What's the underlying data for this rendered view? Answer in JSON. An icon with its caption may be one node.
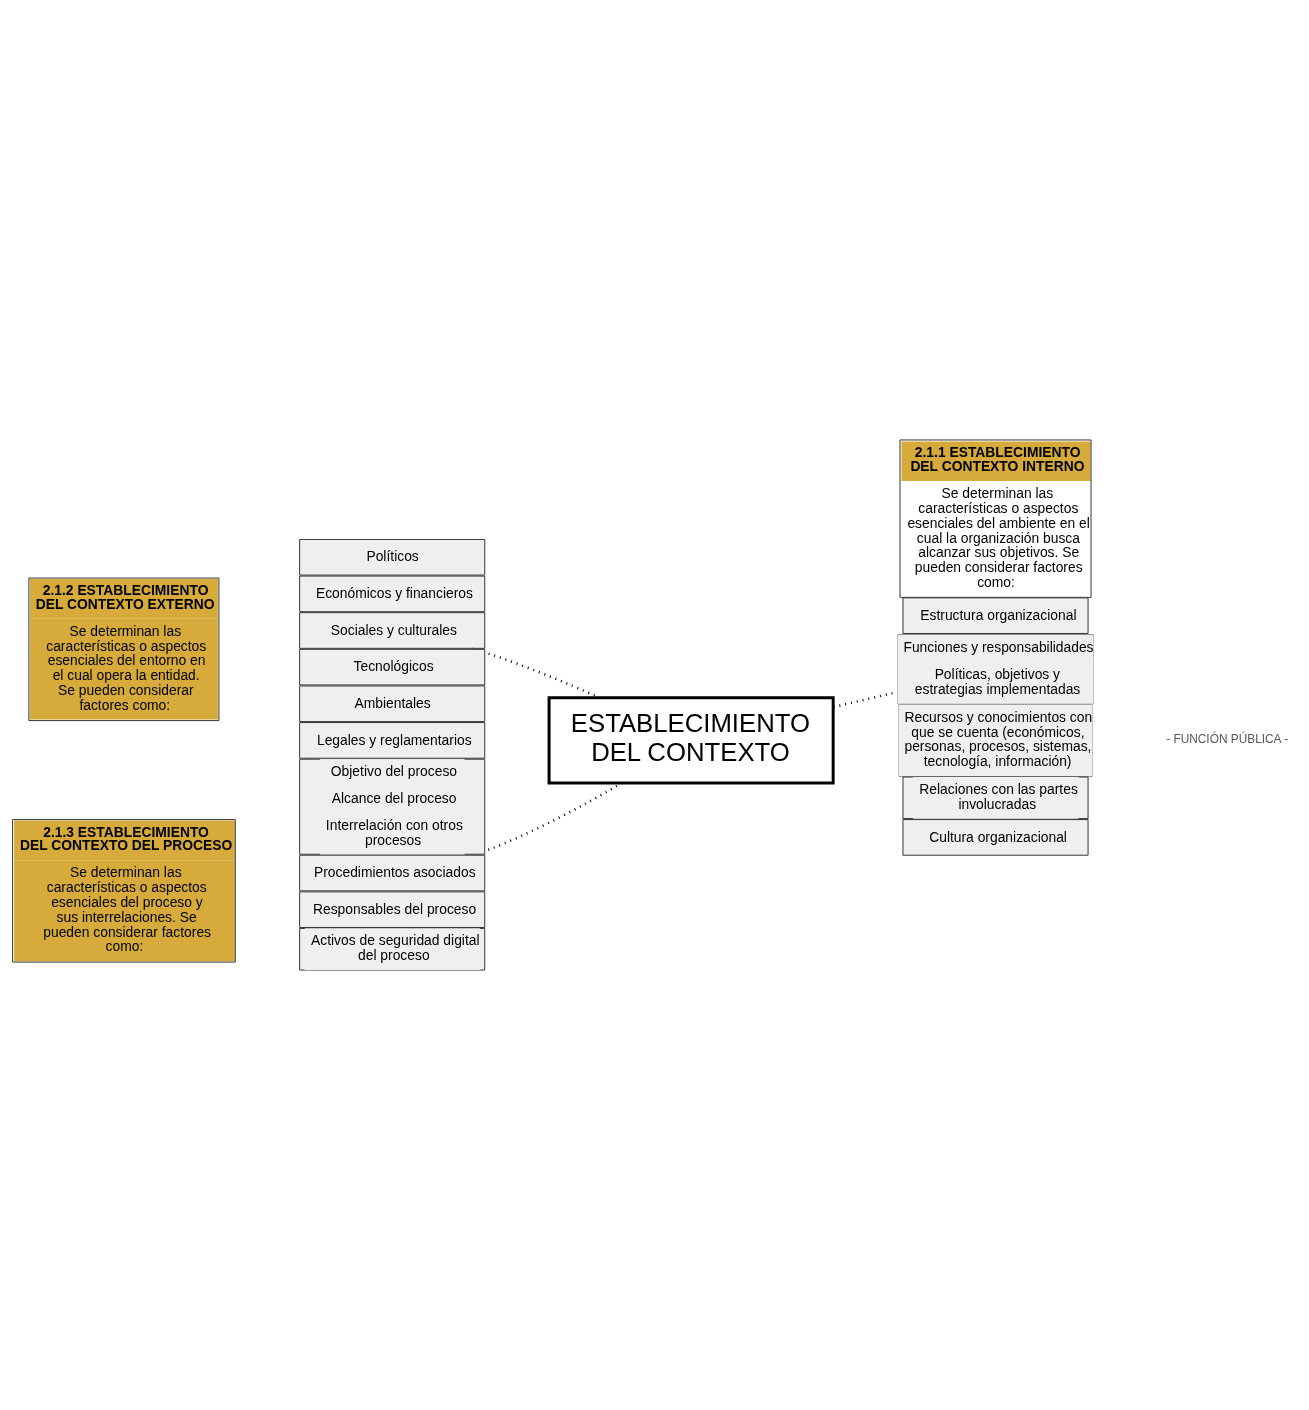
{
  "diagram": {
    "nodes": [
      {
        "text": [
          "ESTABLECIMIENTO DEL CONTEXTO"
        ]
      },
      {
        "text": [
          "2.1.2 ESTABLECIMIENTO DEL CONTEXTO EXTERNO",
          "Se determinan las características o aspectos esenciales del entorno en el cual opera la entidad. Se pueden considerar factores como:"
        ]
      },
      {
        "text": [
          "Políticos"
        ]
      },
      {
        "text": [
          "Económicos y financieros"
        ]
      },
      {
        "text": [
          "Sociales y culturales"
        ]
      },
      {
        "text": [
          "Tecnológicos"
        ]
      },
      {
        "text": [
          "Ambientales"
        ]
      },
      {
        "text": [
          "Legales y reglamentarios"
        ]
      },
      {
        "text": [
          "2.1.1 ESTABLECIMIENTO DEL CONTEXTO INTERNO",
          "Se determinan las características o aspectos esenciales del ambiente en el cual la organización busca alcanzar sus objetivos. Se pueden considerar factores como:"
        ]
      },
      {
        "text": [
          "Estructura organizacional"
        ]
      },
      {
        "text": [
          "Funciones y responsabilidades",
          "Políticas, objetivos y estrategias implementadas"
        ]
      },
      {
        "text": [
          "Recursos y conocimientos con que se cuenta (económicos, personas, procesos, sistemas, tecnología, información)"
        ]
      },
      {
        "text": [
          "Relaciones con las partes involucradas"
        ]
      },
      {
        "text": [
          "Cultura organizacional"
        ]
      },
      {
        "text": [
          "2.1.3 ESTABLECIMIENTO DEL CONTEXTO DEL PROCESO",
          "Se determinan las características o aspectos esenciales del proceso y sus interrelaciones. Se pueden considerar factores como:"
        ]
      },
      {
        "text": [
          "Objetivo del proceso",
          "Alcance del proceso",
          "Interrelación con otros procesos"
        ]
      },
      {
        "text": [
          "Procedimientos asociados"
        ]
      },
      {
        "text": [
          "Responsables del proceso"
        ]
      },
      {
        "text": [
          "Activos de seguridad digital del proceso"
        ]
      }
    ],
    "edges": [
      {
        "from": 0,
        "to": 4,
        "arrow": "none",
        "style": "dashed"
      },
      {
        "from": 0,
        "to": 10,
        "arrow": "none",
        "style": "dashed"
      },
      {
        "from": 0,
        "to": 16,
        "arrow": "none",
        "style": "dashed"
      }
    ],
    "labels": [
      "- FUNCIÓN PÚBLICA -"
    ]
  }
}
